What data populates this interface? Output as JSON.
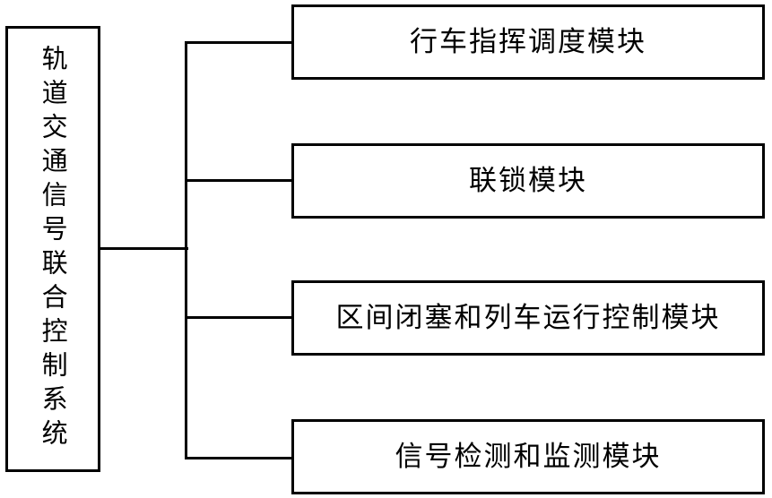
{
  "diagram": {
    "type": "tree-hierarchy",
    "orientation": "left-to-right",
    "line_color": "#000000",
    "background_color": "#ffffff",
    "root": {
      "label": "轨道交通信号联合控制系统",
      "text_orientation": "vertical"
    },
    "modules": [
      {
        "label": "行车指挥调度模块"
      },
      {
        "label": "联锁模块"
      },
      {
        "label": "区间闭塞和列车运行控制模块"
      },
      {
        "label": "信号检测和监测模块"
      }
    ]
  }
}
